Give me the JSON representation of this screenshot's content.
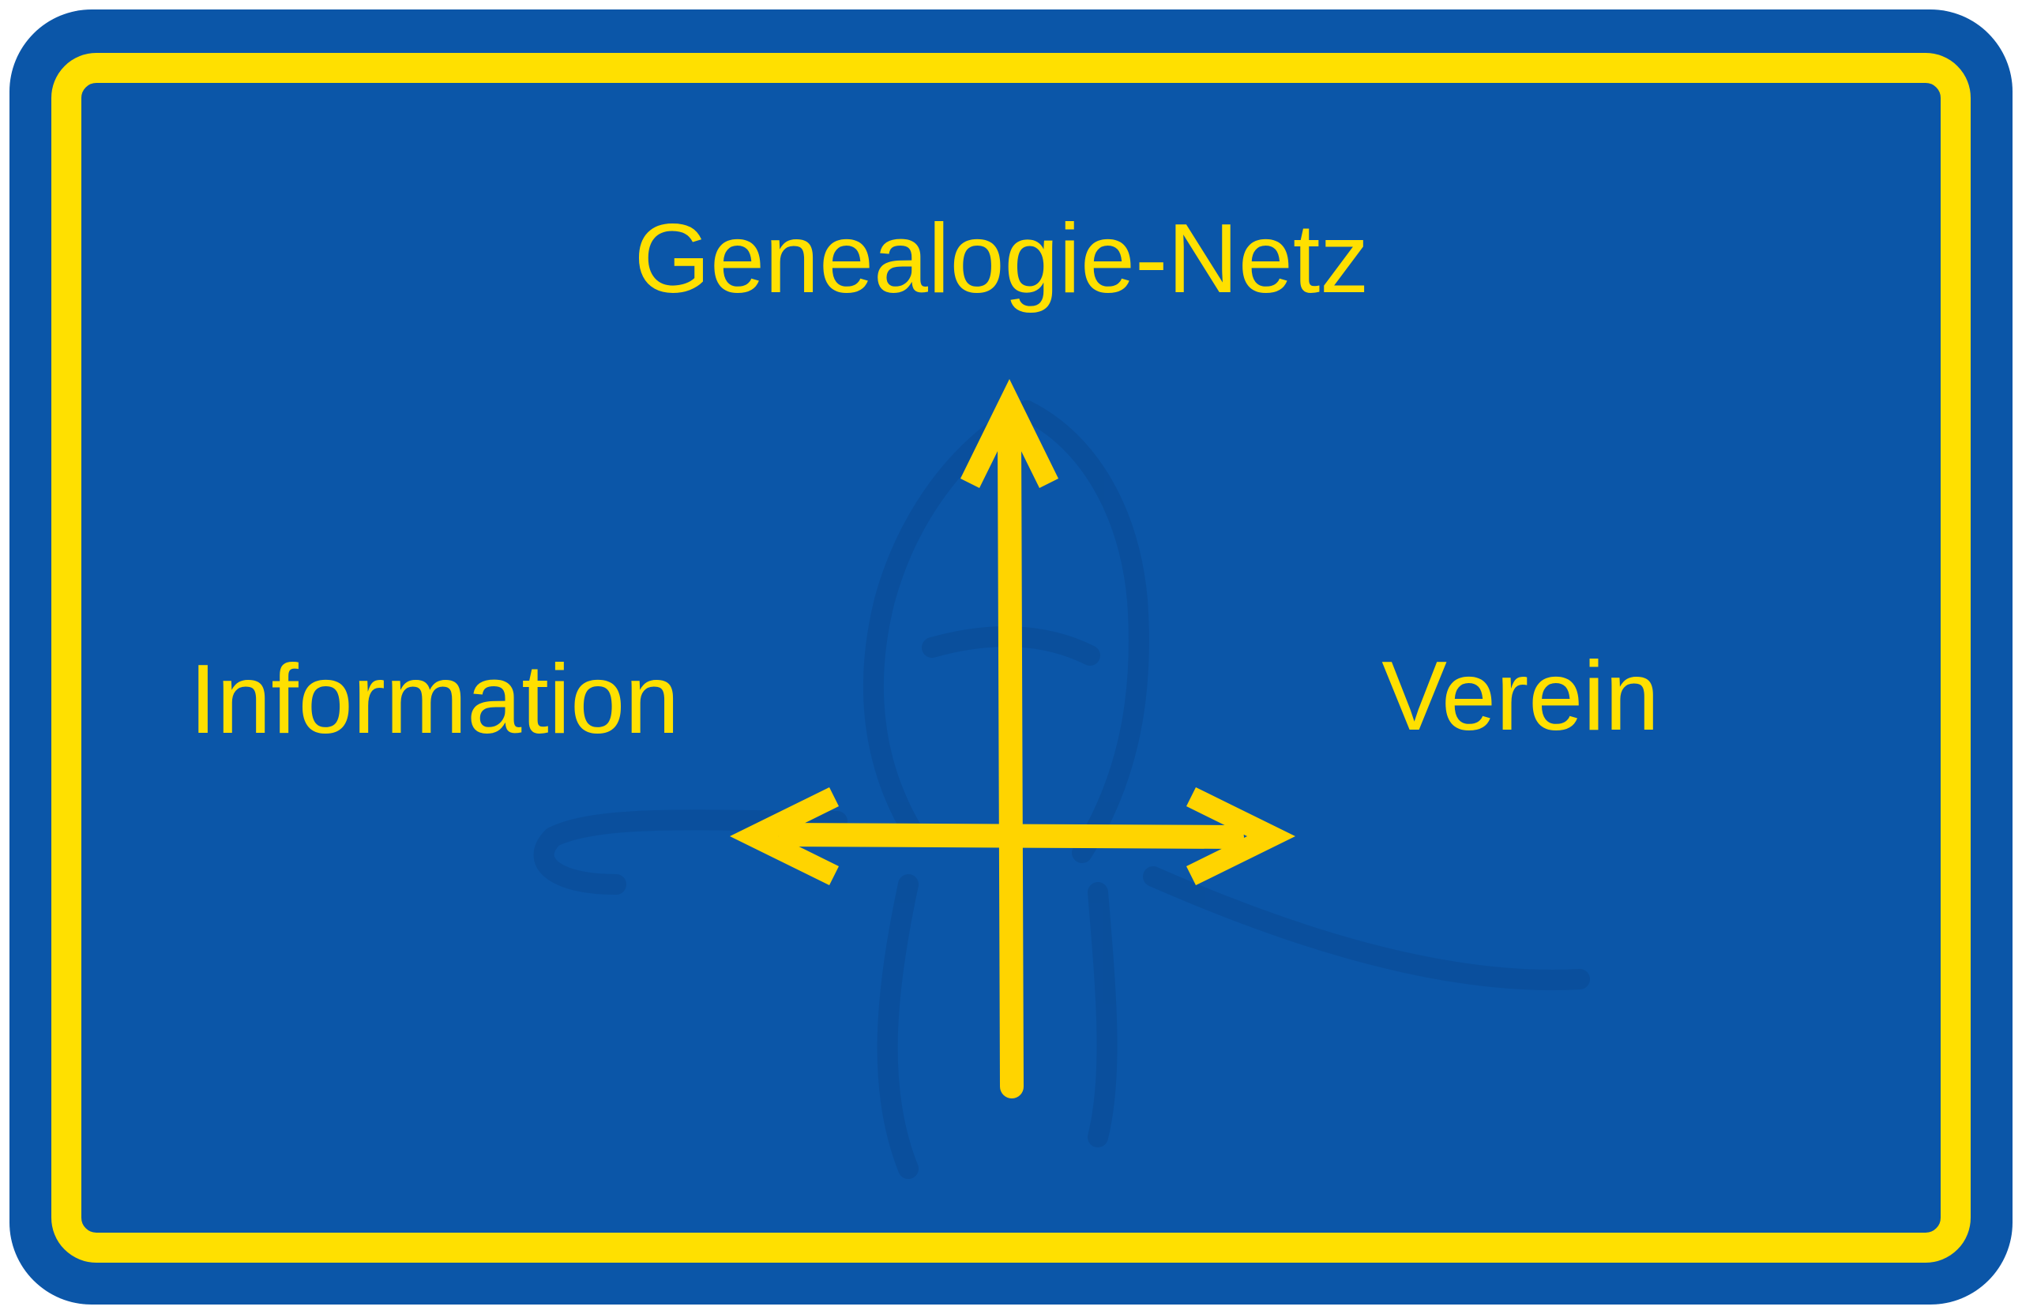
{
  "sign": {
    "top_label": "Genealogie-Netz",
    "left_label": "Information",
    "right_label": "Verein"
  },
  "colors": {
    "background": "#0b56a8",
    "border_yellow": "#ffe000",
    "text_yellow": "#ffe000",
    "arrow_yellow": "#ffd400",
    "watermark": "#0a4e9a"
  },
  "icons": {
    "up_arrow": "arrow-up-icon",
    "left_arrow": "arrow-left-icon",
    "right_arrow": "arrow-right-icon",
    "watermark": "watermark-figure-icon"
  }
}
